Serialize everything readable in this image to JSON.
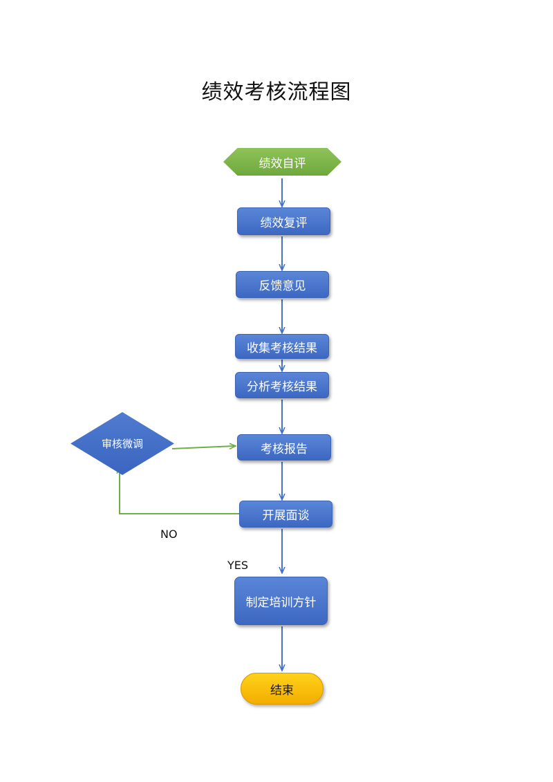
{
  "title": "绩效考核流程图",
  "nodes": {
    "self_eval": "绩效自评",
    "re_eval": "绩效复评",
    "feedback": "反馈意见",
    "collect": "收集考核结果",
    "analyze": "分析考核结果",
    "report": "考核报告",
    "interview": "开展面谈",
    "adjust": "审核微调",
    "training": "制定培训方针",
    "end": "结束"
  },
  "edge_labels": {
    "no": "NO",
    "yes": "YES"
  },
  "colors": {
    "process_blue": "#4472c4",
    "start_green": "#77b043",
    "end_yellow": "#f5b800",
    "main_arrow": "#4472c4",
    "loop_arrow": "#70ad47"
  }
}
